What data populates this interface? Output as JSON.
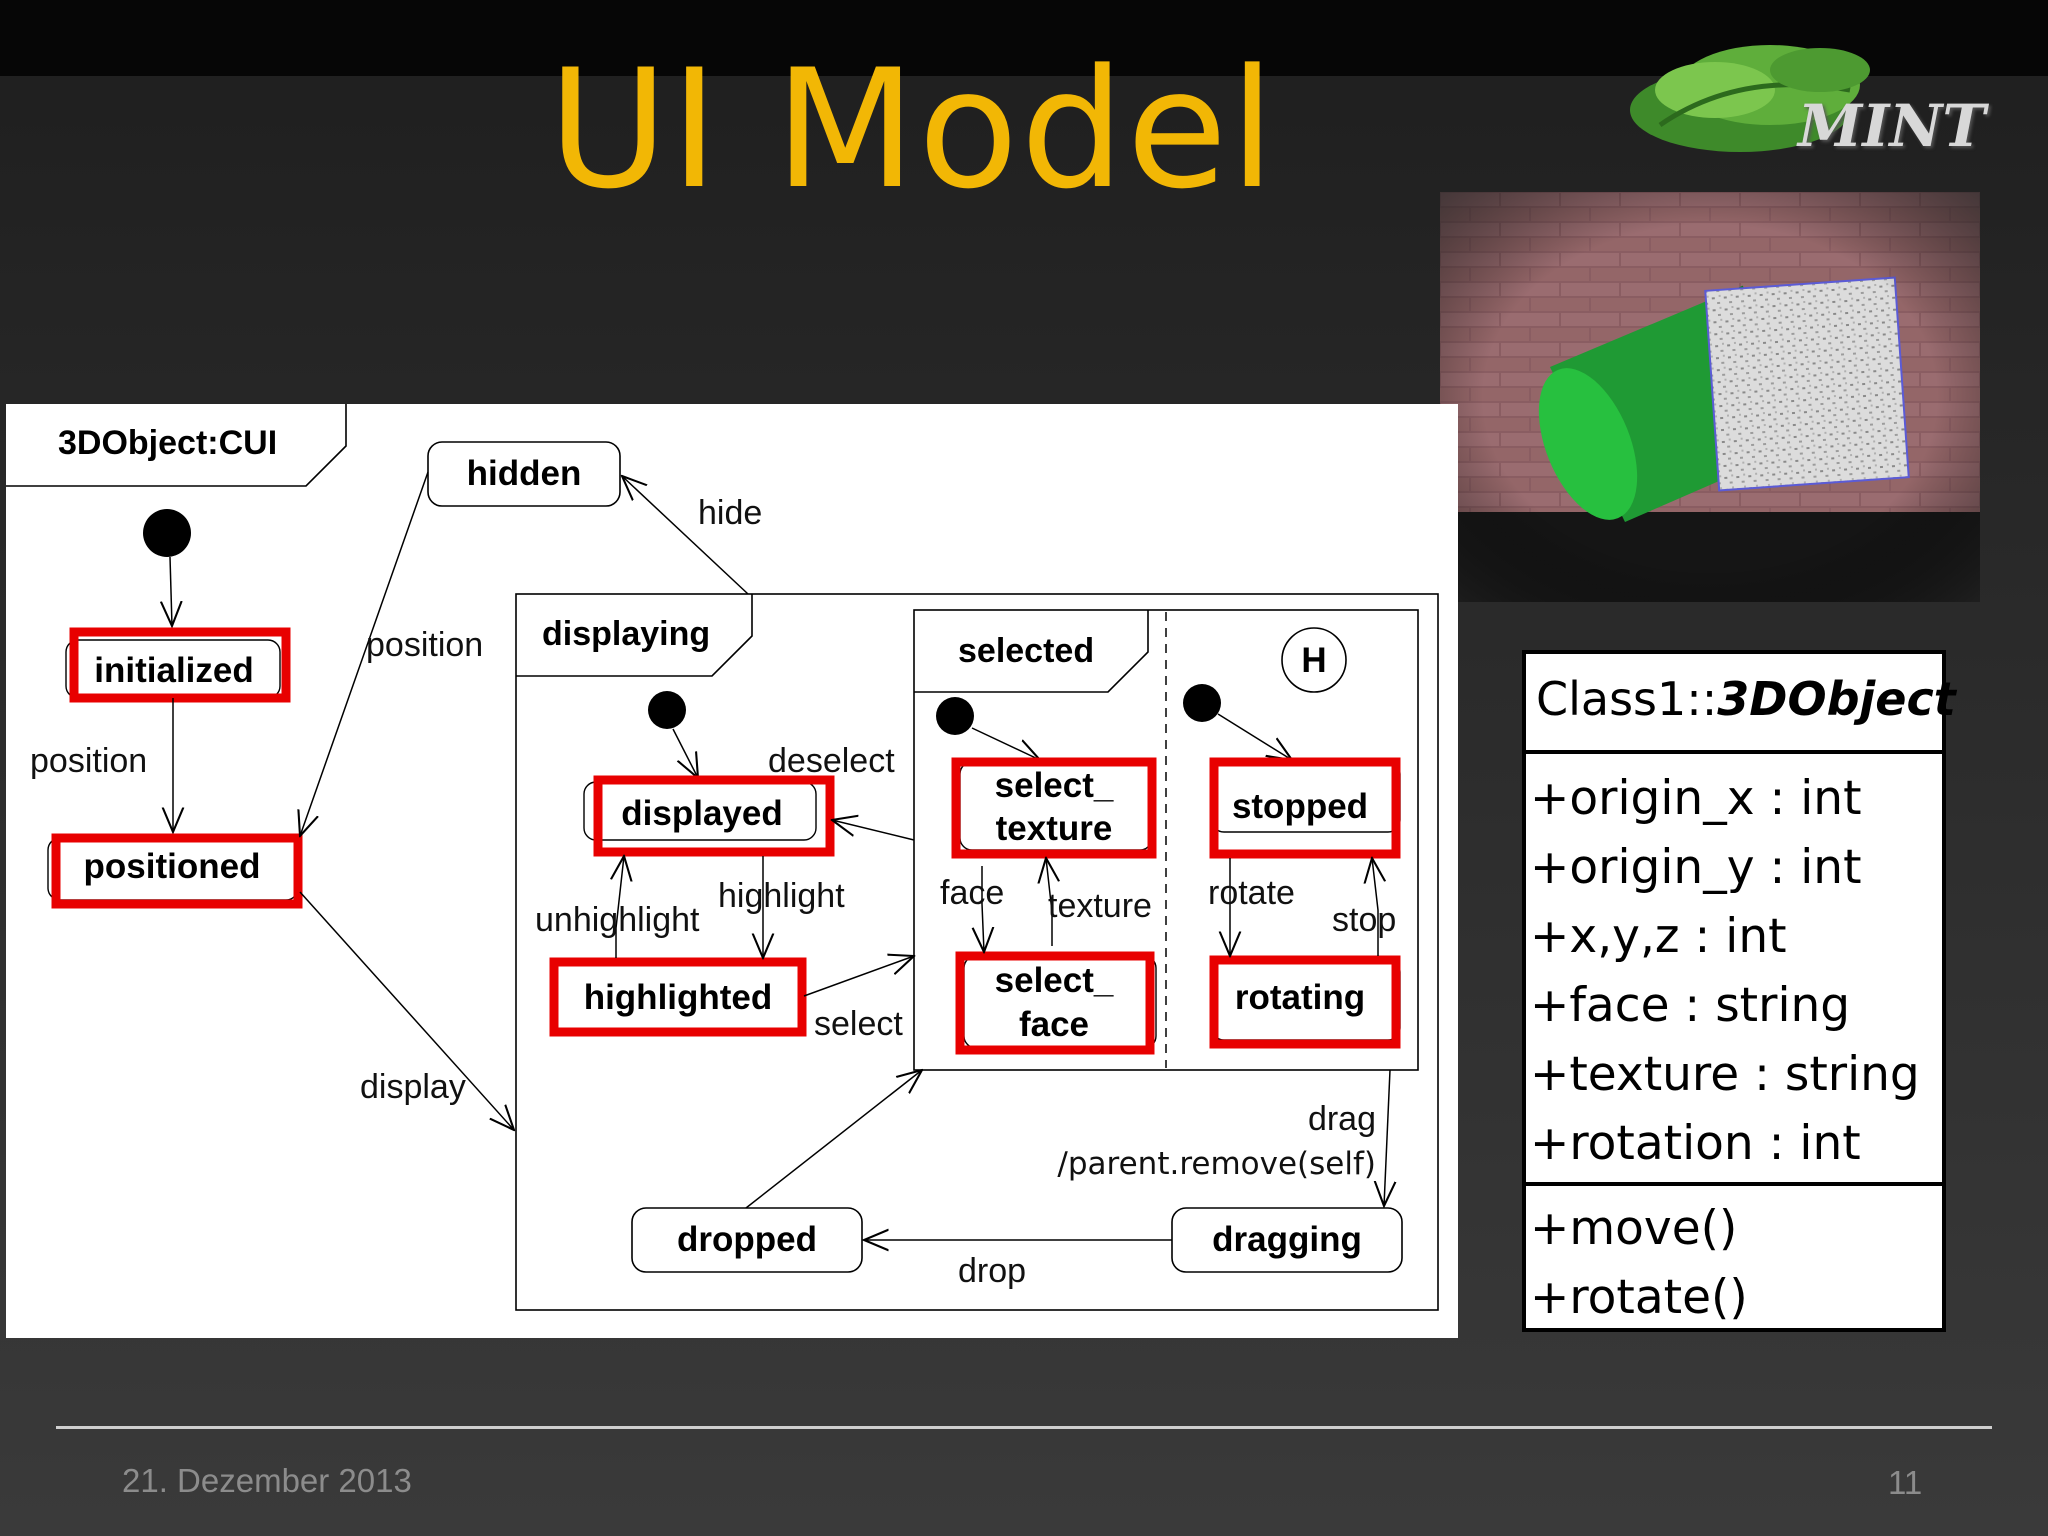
{
  "slide": {
    "title": "UI Model",
    "footer_date": "21. Dezember 2013",
    "page_number": "11",
    "accent_color": "#f2b705"
  },
  "logo": {
    "text": "MINT"
  },
  "diagram": {
    "frame_label": "3DObject:CUI",
    "states": {
      "hidden": "hidden",
      "initialized": "initialized",
      "positioned": "positioned",
      "displaying": "displaying",
      "displayed": "displayed",
      "highlighted": "highlighted",
      "selected": "selected",
      "select_texture_1": "select_",
      "select_texture_2": "texture",
      "select_face_1": "select_",
      "select_face_2": "face",
      "stopped": "stopped",
      "rotating": "rotating",
      "dropped": "dropped",
      "dragging": "dragging",
      "history": "H"
    },
    "transitions": {
      "hide": "hide",
      "position_top": "position",
      "position_left": "position",
      "display": "display",
      "deselect": "deselect",
      "unhighlight": "unhighlight",
      "highlight": "highlight",
      "select": "select",
      "face": "face",
      "texture": "texture",
      "rotate": "rotate",
      "stop": "stop",
      "drag_1": "drag",
      "drag_2": "/parent.remove(self)",
      "drop": "drop"
    },
    "highlight_color": "#e80000"
  },
  "class_box": {
    "name_prefix": "Class1::",
    "name_class": "3DObject",
    "attributes": [
      "+origin_x : int",
      "+origin_y : int",
      "+x,y,z : int",
      "+face : string",
      "+texture : string",
      "+rotation : int"
    ],
    "methods": [
      "+move()",
      "+rotate()"
    ]
  }
}
